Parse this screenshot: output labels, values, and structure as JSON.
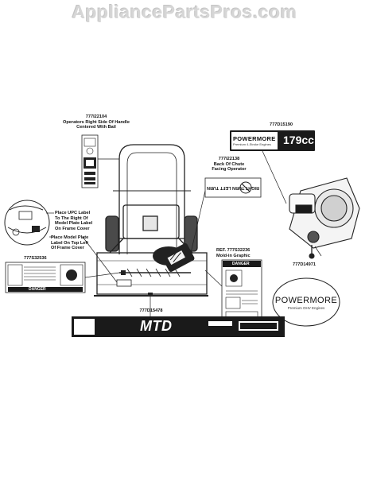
{
  "site": {
    "watermark": "AppliancePartsPros.com"
  },
  "parts": {
    "p1": {
      "number": "777I22104",
      "lines": [
        "Operators Right Side Of Handle",
        "Centered With Bail"
      ]
    },
    "p2": {
      "number": "777D15190",
      "logo": "POWERMORE",
      "sub": "Premium 4-Stroke Engines",
      "size": "179cc"
    },
    "p3": {
      "number": "777I22138",
      "lines": [
        "Back Of Chute",
        "Facing Operator"
      ],
      "decal": "RIGHT TURN LEFT TURN"
    },
    "p4": {
      "lines": [
        "Place UPC Label",
        "To The Right Of",
        "Model Plate Label",
        "On Frame Cover"
      ]
    },
    "p5": {
      "lines": [
        "Place Model Plate",
        "Label On Top Left",
        "Of Frame Cover"
      ]
    },
    "p6": {
      "number": "777S32536",
      "danger": "DANGER"
    },
    "p7": {
      "number": "REF. 777S32236",
      "subtitle": "Mold-in Graphic",
      "danger": "DANGER"
    },
    "p8": {
      "number": "777D14971",
      "logo": "POWERMORE",
      "sub": "Premium OHV Engines"
    },
    "p9": {
      "number": "777D15478",
      "brand": "MTD"
    }
  },
  "colors": {
    "ink": "#111111",
    "watermark": "#d6d6d6",
    "decal_dark": "#1a1a1a"
  }
}
